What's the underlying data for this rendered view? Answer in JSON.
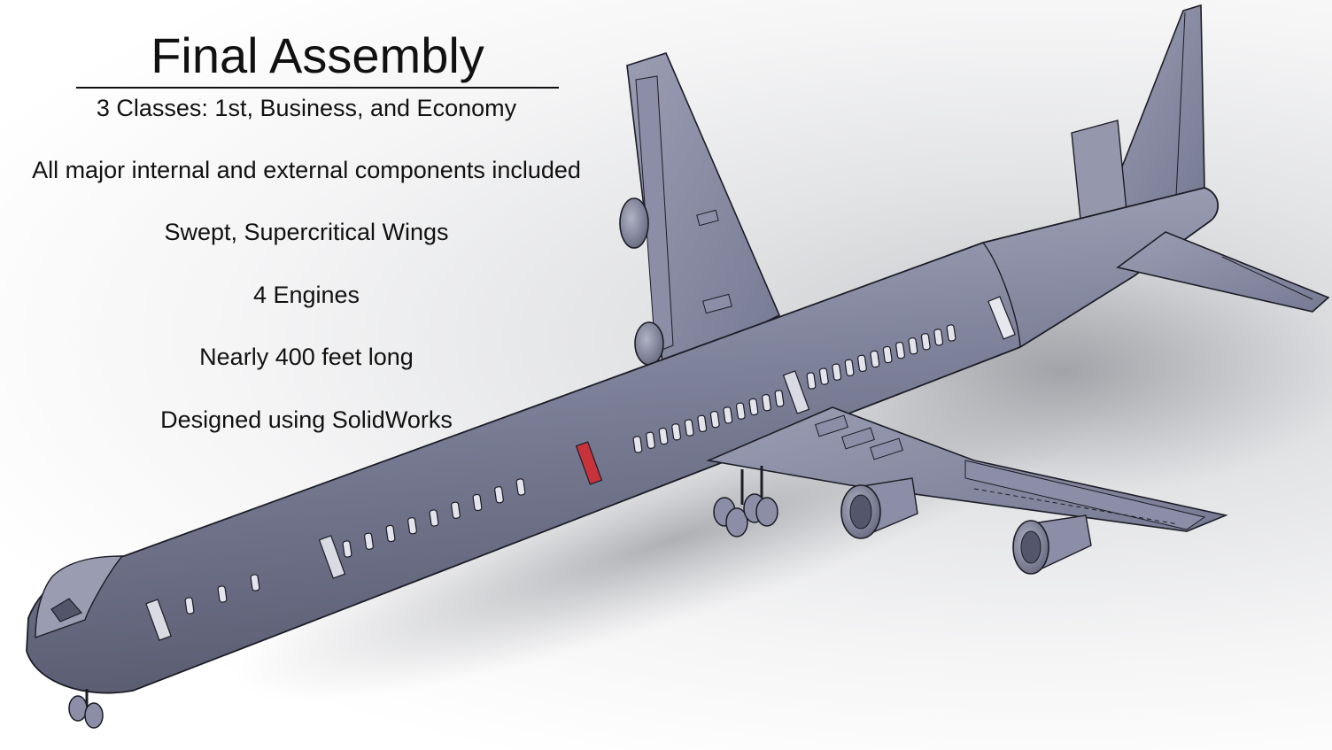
{
  "slide": {
    "title": "Final Assembly",
    "points": [
      "3 Classes: 1st, Business, and Economy",
      "All major internal and external components included",
      "Swept, Supercritical Wings",
      "4 Engines",
      "Nearly 400 feet long",
      "Designed using SolidWorks"
    ]
  },
  "colors": {
    "fuselage": "#767a93",
    "fuselage_light": "#a6a9bc",
    "outline": "#1c1d26",
    "door_red": "#c8323a"
  },
  "icons": {
    "model": "airplane-render-icon"
  }
}
